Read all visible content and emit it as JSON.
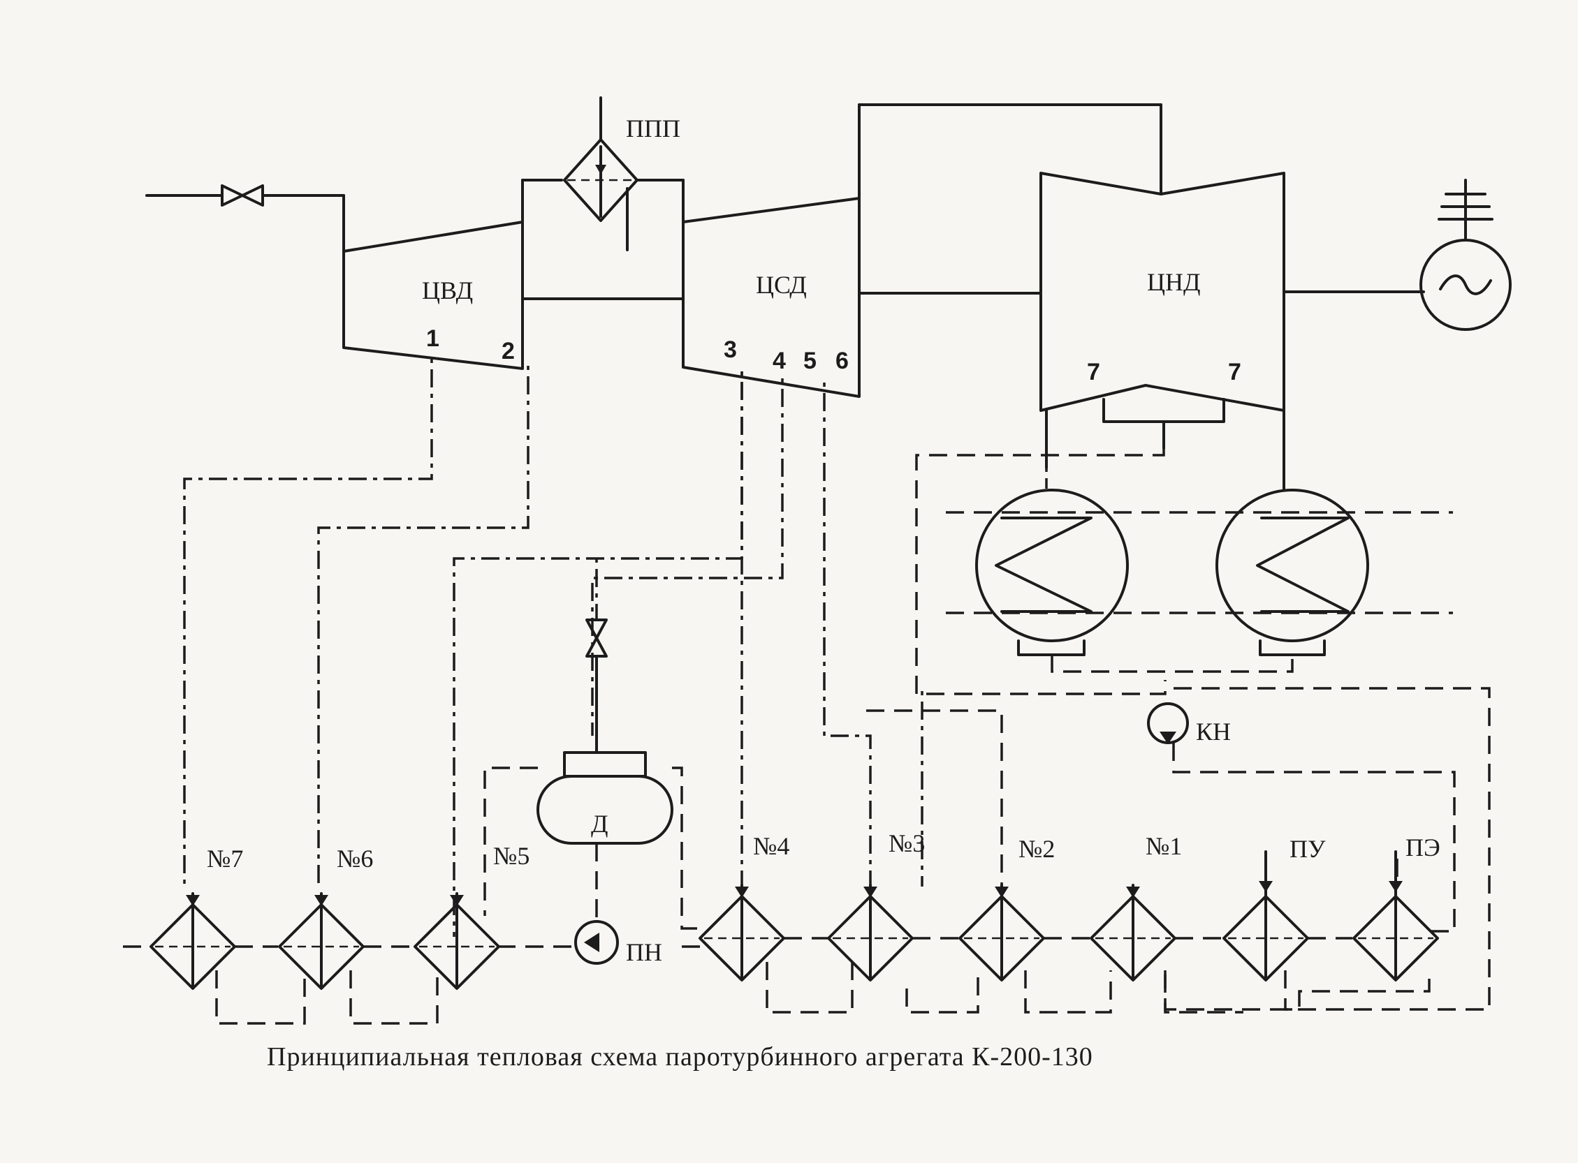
{
  "labels": {
    "ppp": "ППП",
    "cvd": "ЦВД",
    "csd": "ЦСД",
    "cnd": "ЦНД",
    "deaerator": "Д",
    "feed_pump": "ПН",
    "condensate_pump": "КН",
    "pu": "ПУ",
    "pe": "ПЭ"
  },
  "extractions": [
    "1",
    "2",
    "3",
    "4",
    "5",
    "6",
    "7",
    "7"
  ],
  "heaters": [
    "№7",
    "№6",
    "№5",
    "№4",
    "№3",
    "№2",
    "№1"
  ],
  "caption": "Принципиальная тепловая схема паротурбинного агрегата К-200-130"
}
